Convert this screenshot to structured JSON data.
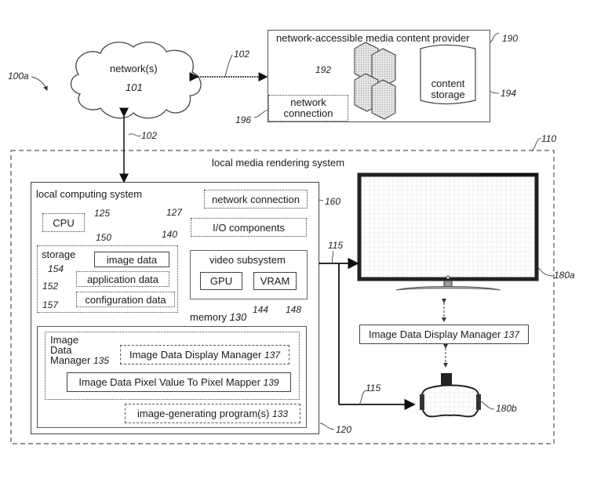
{
  "figure_ref": "100a",
  "network": {
    "label": "network(s)",
    "ref": "101",
    "link_ref_top": "102",
    "link_ref_bottom": "102"
  },
  "provider": {
    "title": "network-accessible media content provider",
    "ref": "190",
    "servers_ref": "192",
    "content_storage": {
      "label_line1": "content",
      "label_line2": "storage",
      "ref": "194"
    },
    "network_connection": {
      "label_line1": "network",
      "label_line2": "connection",
      "ref": "196"
    }
  },
  "local_system": {
    "title": "local media rendering system",
    "ref": "110",
    "computing": {
      "title": "local computing system",
      "ref": "120",
      "cpu": {
        "label": "CPU",
        "ref": "125"
      },
      "network_connection": {
        "label": "network connection",
        "ref": "160"
      },
      "io": {
        "label": "I/O components",
        "ref": "127"
      },
      "storage": {
        "title": "storage",
        "ref": "150",
        "items": [
          {
            "label": "image data",
            "ref": "154"
          },
          {
            "label": "application data",
            "ref": "152"
          },
          {
            "label": "configuration data",
            "ref": "157"
          }
        ]
      },
      "video": {
        "title": "video subsystem",
        "ref": "140",
        "gpu": {
          "label": "GPU",
          "ref": "144"
        },
        "vram": {
          "label": "VRAM",
          "ref": "148"
        }
      },
      "memory": {
        "title": "memory",
        "ref": "130",
        "idm": {
          "line1": "Image",
          "line2": "Data",
          "line3": "Manager",
          "ref": "135"
        },
        "display_manager": {
          "label": "Image Data Display Manager",
          "ref": "137"
        },
        "pixel_mapper": {
          "label": "Image Data Pixel Value To Pixel Mapper",
          "ref": "139"
        },
        "programs": {
          "label": "image-generating program(s)",
          "ref": "133"
        }
      }
    },
    "connection_ref_top": "115",
    "connection_ref_bottom": "115",
    "tv": {
      "ref": "180a"
    },
    "external_display_manager": {
      "label": "Image Data Display Manager",
      "ref": "137"
    },
    "headset": {
      "ref": "180b"
    }
  }
}
